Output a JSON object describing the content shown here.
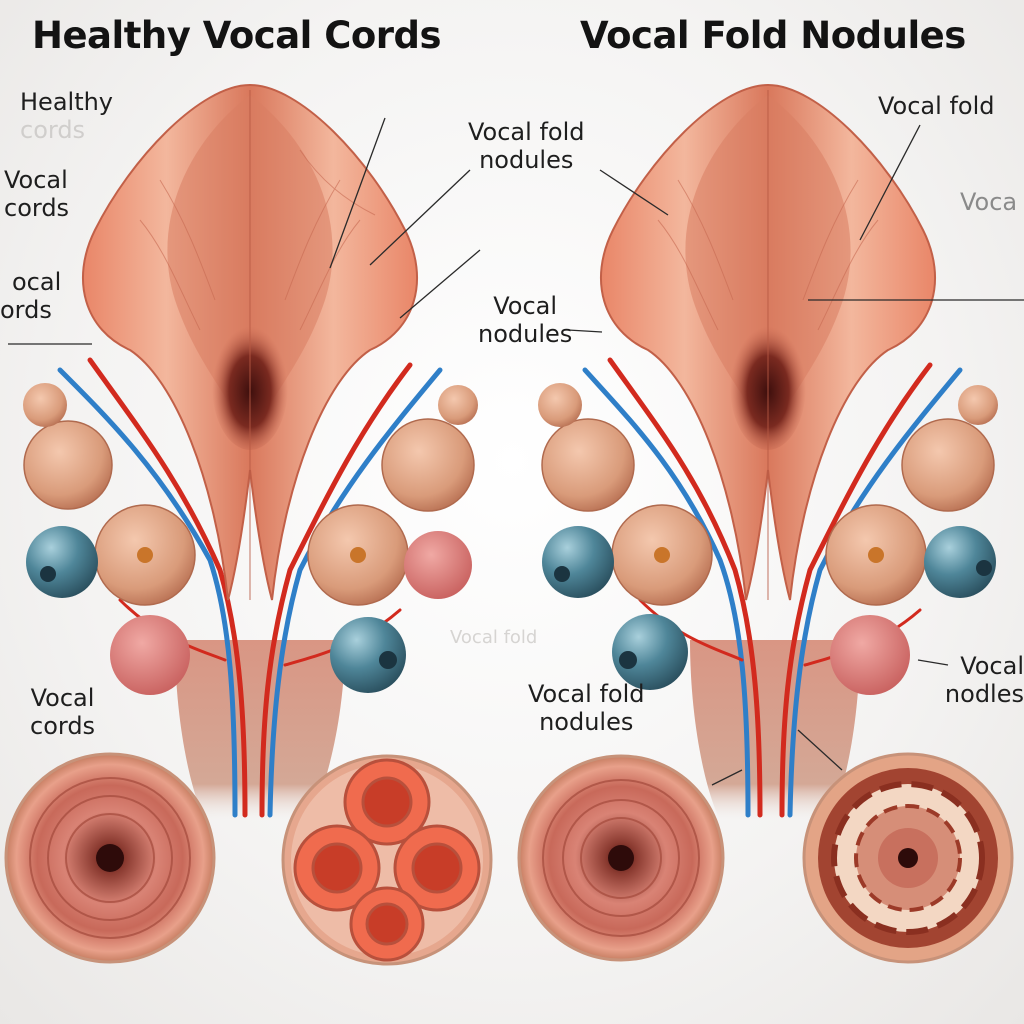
{
  "titles": {
    "left": "Healthy Vocal Cords",
    "right": "Vocal Fold Nodules"
  },
  "labels": {
    "healthy_cords": [
      "Healthy",
      "cords"
    ],
    "vocal_cords_upper": [
      "Vocal",
      "cords"
    ],
    "vocal_cords_mid": [
      "ocal",
      "ords"
    ],
    "vocal_fold_nodules_top": [
      "Vocal fold",
      "nodules"
    ],
    "vocal_nodules_mid": [
      "Vocal",
      "nodules"
    ],
    "vocal_cords_lower": [
      "Vocal",
      "cords"
    ],
    "vocal_fold_right_top": "Vocal fold",
    "vocal_right_cut": "Voca",
    "vocal_fold_ghost": "Vocal fold",
    "vocal_fold_nodules_lower": [
      "Vocal fold",
      "nodules"
    ],
    "vocal_nodules_right_lower": [
      "Vocal",
      "nodles"
    ]
  },
  "colors": {
    "tissue_light": "#f2b39a",
    "tissue_mid": "#e58a6e",
    "tissue_dark": "#b9513d",
    "opening": "#3e0f0d",
    "artery": "#d22a1e",
    "vein": "#2f7fc8",
    "gland": "#dca283",
    "node_blue": "#4a7f93"
  }
}
